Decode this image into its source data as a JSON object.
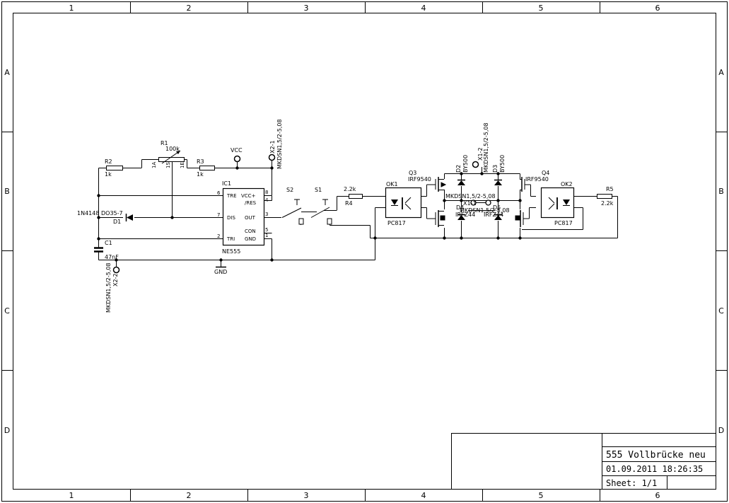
{
  "frame": {
    "columns": [
      "1",
      "2",
      "3",
      "4",
      "5",
      "6"
    ],
    "rows": [
      "A",
      "B",
      "C",
      "D"
    ]
  },
  "title_block": {
    "title": "555 Vollbrücke neu",
    "date": "01.09.2011 18:26:35",
    "sheet": "Sheet: 1/1"
  },
  "schematic": {
    "r1": {
      "name": "R1",
      "value": "100k",
      "pin_a": "1A",
      "pin_s": "1S",
      "pin_e": "1E"
    },
    "r2": {
      "name": "R2",
      "value": "1k"
    },
    "r3": {
      "name": "R3",
      "value": "1k"
    },
    "r4": {
      "name": "R4",
      "value": "2.2k"
    },
    "r5": {
      "name": "R5",
      "value": "2.2k"
    },
    "vcc": "VCC",
    "gnd": "GND",
    "x2_1": {
      "name": "X2-1",
      "package": "MKDSN1,5/2-5,08"
    },
    "x2_2": {
      "name": "X2-2",
      "package": "MKDSN1,5/2-5,08"
    },
    "x1": {
      "name1": "X1-1",
      "name2": "X1-2",
      "package": "MKDSN1,5/2-5,08"
    },
    "ic1": {
      "name": "IC1",
      "part": "NE555",
      "pins_left": [
        {
          "num": "6",
          "label": "TRE"
        },
        {
          "num": "7",
          "label": "DIS"
        },
        {
          "num": "2",
          "label": "TRI"
        }
      ],
      "pins_right": [
        {
          "num": "8",
          "label": "VCC+"
        },
        {
          "num": "4",
          "label": "/RES"
        },
        {
          "num": "3",
          "label": "OUT"
        },
        {
          "num": "5",
          "label": "CON"
        },
        {
          "num": "1",
          "label": "GND"
        }
      ]
    },
    "d1": {
      "name": "D1",
      "part": "1N4148",
      "package": "DO35-7"
    },
    "c1": {
      "name": "C1",
      "value": "47nF"
    },
    "s1": "S1",
    "s2": "S2",
    "ok1": {
      "name": "OK1",
      "part": "PC817"
    },
    "ok2": {
      "name": "OK2",
      "part": "PC817"
    },
    "q3": {
      "name": "Q3",
      "part": "IRF9540"
    },
    "q4": {
      "name": "Q4",
      "part": "IRF9540"
    },
    "q_low": {
      "left": "IRFZ44",
      "right": "IRFZ44"
    },
    "d2": {
      "name": "D2",
      "part": "BY500"
    },
    "d3": {
      "name": "D3",
      "part": "BY500"
    },
    "d_low": {
      "left": "D4",
      "right": "D5"
    }
  }
}
